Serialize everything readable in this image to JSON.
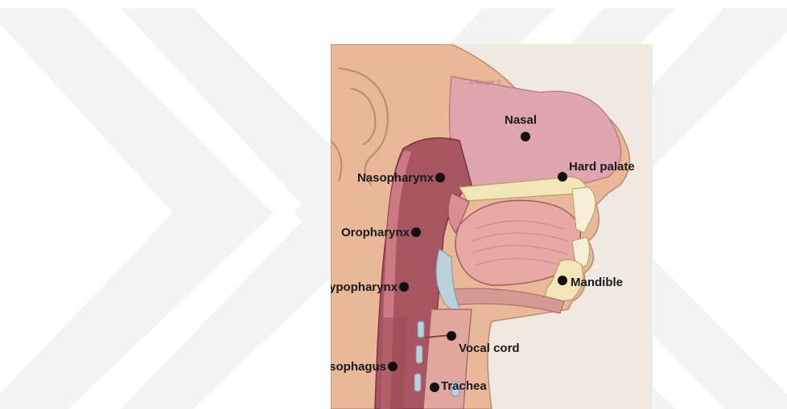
{
  "watermark": {
    "color": "#f4f4f4",
    "chevrons": 3
  },
  "figure": {
    "copyright": "© Kreger ©",
    "colors": {
      "background": "#f2f1ee",
      "skin": "#e9b898",
      "skin_outline": "#b98a6e",
      "soft_tissue": "#dc9f96",
      "nasal_cavity": "#e0a6ad",
      "airway_dark": "#9c4a58",
      "tongue": "#e7a9a6",
      "bone": "#f2e6b8",
      "cartilage": "#bcd0dc"
    }
  },
  "labels": {
    "nasal": "Nasal",
    "hard_palate": "Hard palate",
    "nasopharynx": "Nasopharynx",
    "oropharynx": "Oropharynx",
    "hypopharynx": "Hypopharynx",
    "mandible": "Mandible",
    "vocal_cord": "Vocal cord",
    "esophagus": "Esophagus",
    "trachea": "Trachea"
  }
}
